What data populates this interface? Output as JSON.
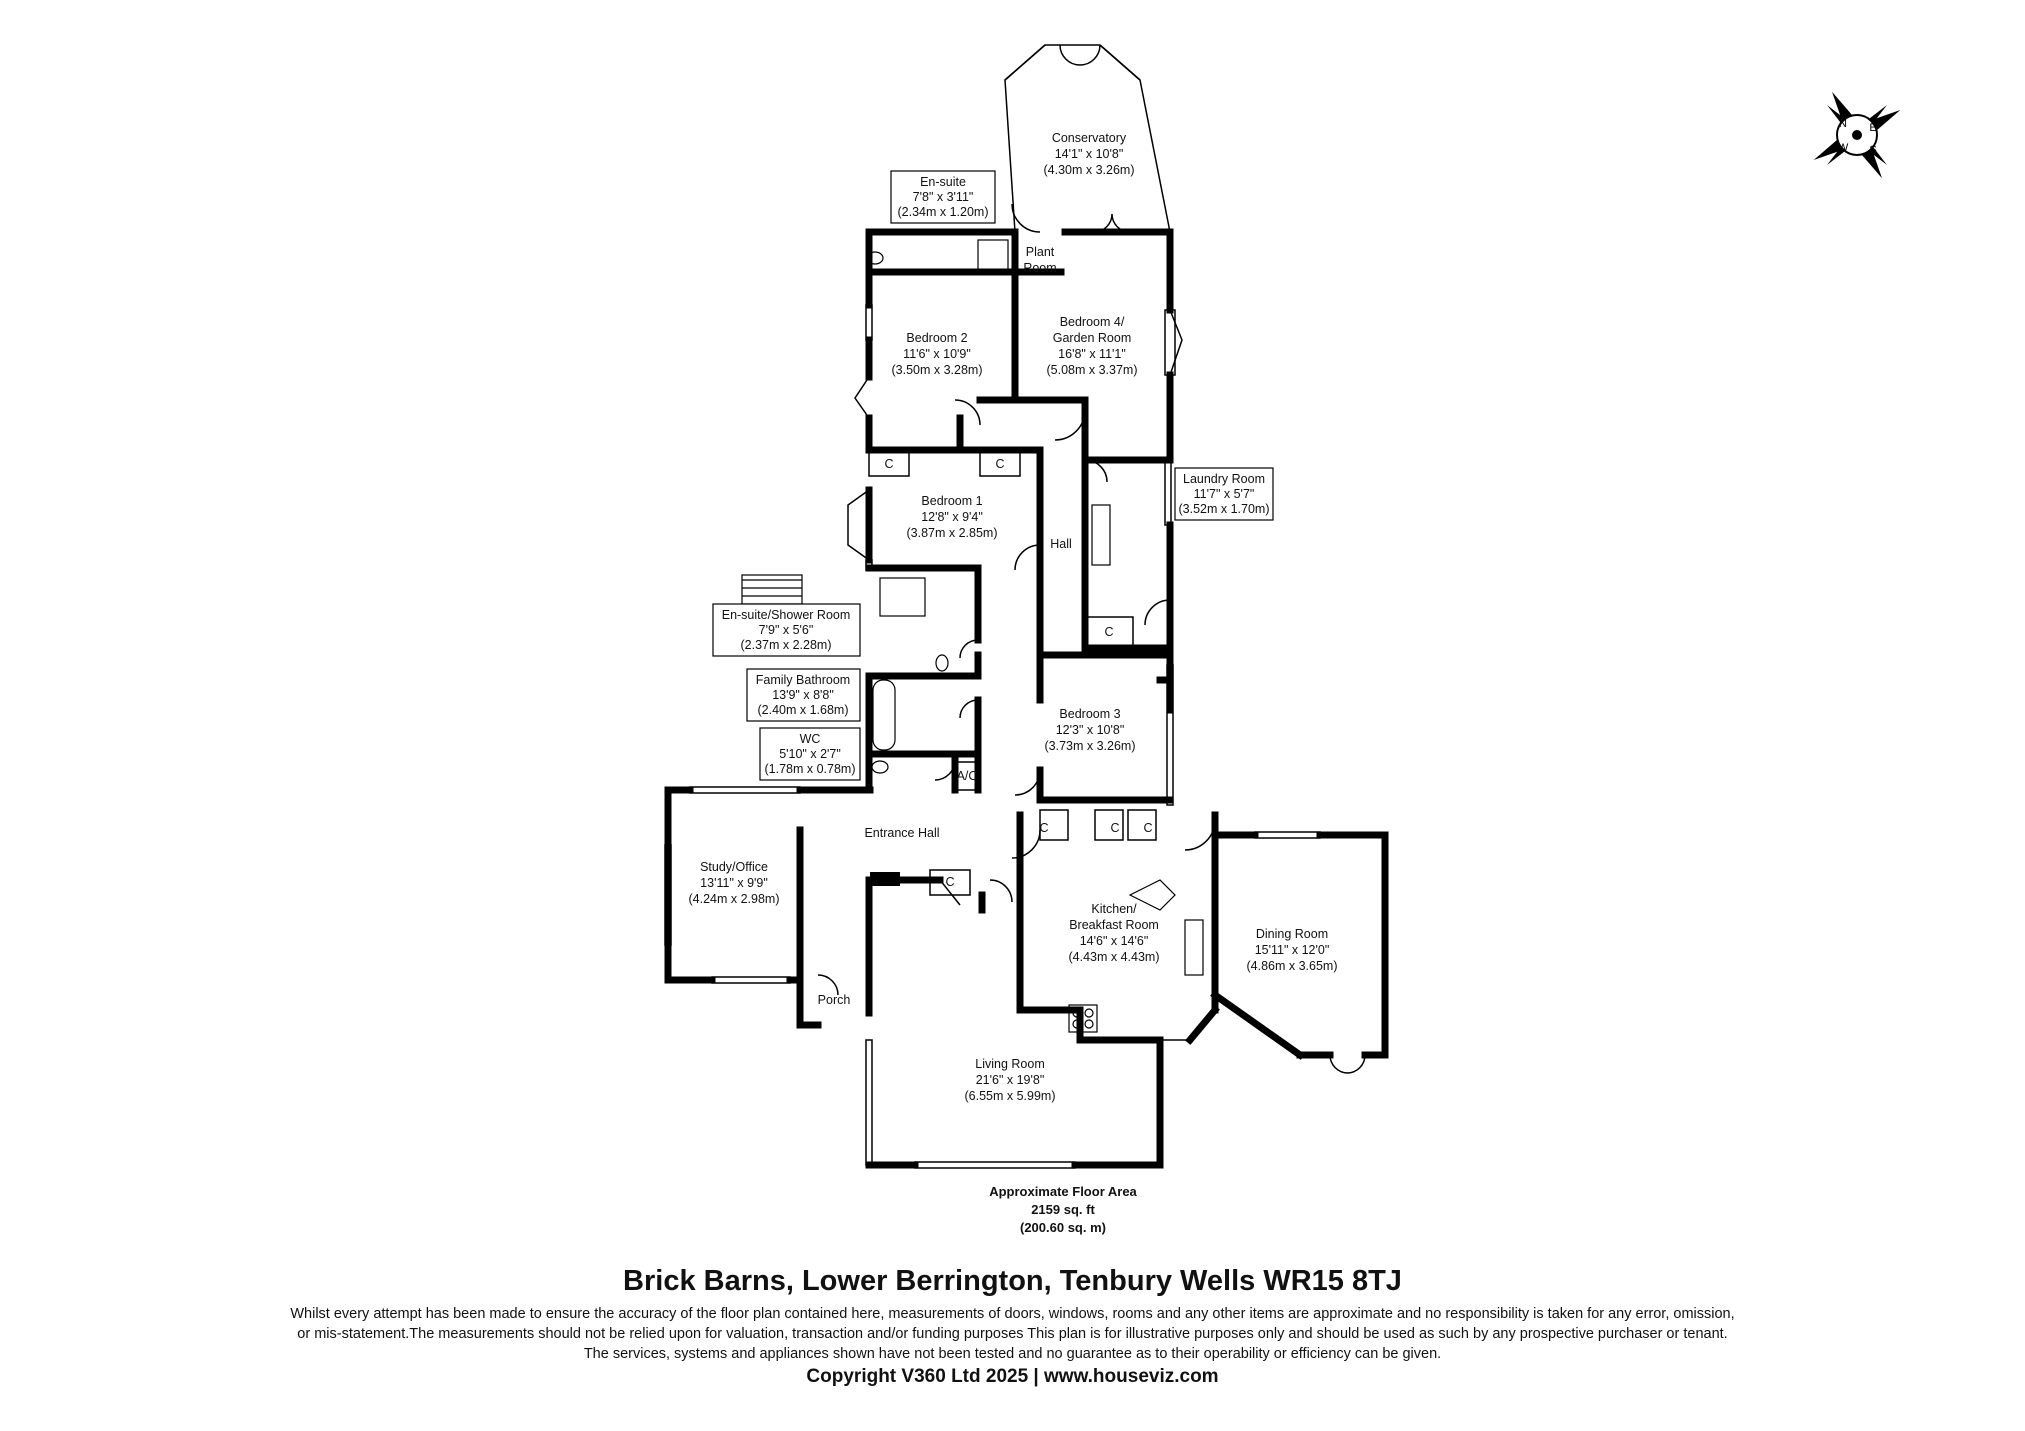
{
  "rooms": {
    "conservatory": {
      "name": "Conservatory",
      "imperial": "14'1\" x 10'8\"",
      "metric": "(4.30m x 3.26m)"
    },
    "ensuite": {
      "name": "En-suite",
      "imperial": "7'8\" x 3'11\"",
      "metric": "(2.34m x 1.20m)"
    },
    "plant_room": {
      "line1": "Plant",
      "line2": "Room"
    },
    "bedroom2": {
      "name": "Bedroom 2",
      "imperial": "11'6\" x 10'9\"",
      "metric": "(3.50m x 3.28m)"
    },
    "bedroom4": {
      "line1": "Bedroom 4/",
      "line2": "Garden Room",
      "imperial": "16'8\" x 11'1\"",
      "metric": "(5.08m x 3.37m)"
    },
    "laundry": {
      "name": "Laundry Room",
      "imperial": "11'7\" x 5'7\"",
      "metric": "(3.52m x 1.70m)"
    },
    "bedroom1": {
      "name": "Bedroom 1",
      "imperial": "12'8\" x 9'4\"",
      "metric": "(3.87m x 2.85m)"
    },
    "hall": {
      "name": "Hall"
    },
    "shower_room": {
      "name": "En-suite/Shower Room",
      "imperial": "7'9\" x 5'6\"",
      "metric": "(2.37m x 2.28m)"
    },
    "family_bathroom": {
      "name": "Family Bathroom",
      "imperial": "13'9\" x 8'8\"",
      "metric": "(2.40m x 1.68m)"
    },
    "wc": {
      "name": "WC",
      "imperial": "5'10\" x 2'7\"",
      "metric": "(1.78m x 0.78m)"
    },
    "ac": {
      "name": "A/C"
    },
    "bedroom3": {
      "name": "Bedroom 3",
      "imperial": "12'3\" x 10'8\"",
      "metric": "(3.73m x 3.26m)"
    },
    "entrance_hall": {
      "name": "Entrance Hall"
    },
    "study": {
      "name": "Study/Office",
      "imperial": "13'11\" x 9'9\"",
      "metric": "(4.24m x 2.98m)"
    },
    "kitchen": {
      "line1": "Kitchen/",
      "line2": "Breakfast Room",
      "imperial": "14'6\" x 14'6\"",
      "metric": "(4.43m x 4.43m)"
    },
    "dining": {
      "name": "Dining Room",
      "imperial": "15'11\" x 12'0\"",
      "metric": "(4.86m x 3.65m)"
    },
    "porch": {
      "name": "Porch"
    },
    "living": {
      "name": "Living Room",
      "imperial": "21'6\" x 19'8\"",
      "metric": "(6.55m x 5.99m)"
    }
  },
  "cupboard_label": "C",
  "compass": {
    "n": "N",
    "e": "E",
    "s": "S",
    "w": "W"
  },
  "floor_area": {
    "title": "Approximate Floor Area",
    "sqft": "2159 sq. ft",
    "sqm": "(200.60 sq. m)"
  },
  "footer": {
    "address": "Brick Barns, Lower Berrington, Tenbury Wells WR15 8TJ",
    "disclaimer_1": "Whilst every attempt has been made to ensure the accuracy of the floor plan contained here, measurements of doors, windows, rooms and any other items are approximate and no responsibility is taken for any error, omission,",
    "disclaimer_2": "or mis-statement.The measurements should not be relied upon for valuation, transaction and/or funding purposes This plan is for illustrative purposes only and should be used as such by any prospective purchaser or tenant.",
    "disclaimer_3": "The services, systems and appliances shown have not been tested and no guarantee as to their operability or efficiency can be given.",
    "copyright": "Copyright V360 Ltd 2025 | www.houseviz.com"
  }
}
